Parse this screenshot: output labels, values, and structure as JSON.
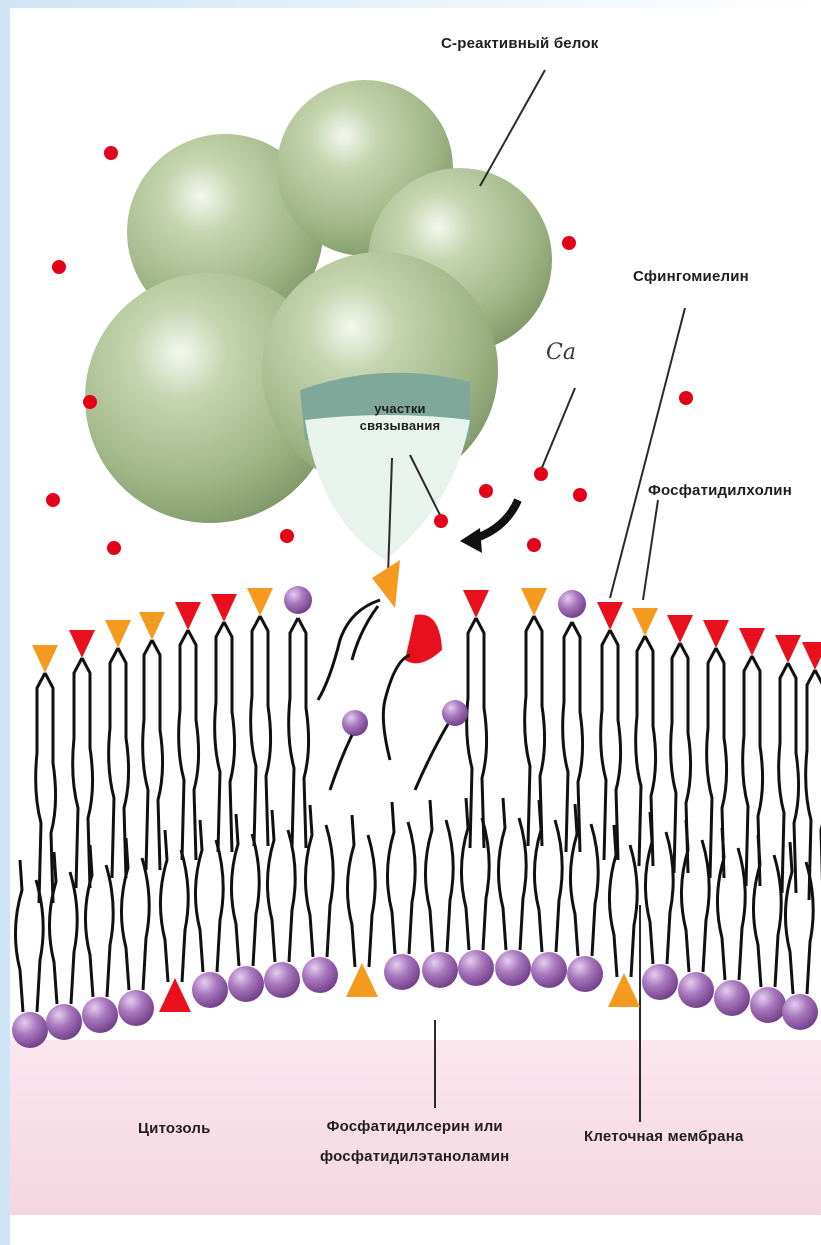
{
  "labels": {
    "c_reactive_protein": "С-реактивный белок",
    "sphingomyelin": "Сфингомиелин",
    "calcium": "Ca",
    "binding_sites_line1": "участки",
    "binding_sites_line2": "связывания",
    "phosphatidylcholine": "Фосфатидилхолин",
    "cytosol": "Цитозоль",
    "ps_pe_line1": "Фосфатидилсерин или",
    "ps_pe_line2": "фосфатидилэтаноламин",
    "cell_membrane": "Клеточная мембрана"
  },
  "colors": {
    "protein": "#a8bd8e",
    "calcium_ion": "#e3001b",
    "sphingomyelin_head": "#e8101c",
    "phosphatidylcholine_head": "#f39a1f",
    "ps_pe_head": "#9c64b0",
    "cytosol": "#f8dde6"
  },
  "icons": {
    "binding_arrow": "curved-arrow-icon"
  }
}
